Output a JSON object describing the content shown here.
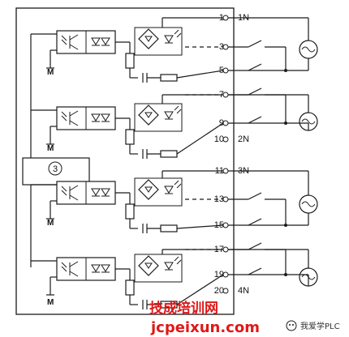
{
  "terminals": [
    "1",
    "3",
    "5",
    "7",
    "9",
    "10",
    "11",
    "13",
    "15",
    "17",
    "19",
    "20"
  ],
  "neutrals": [
    "1N",
    "2N",
    "3N",
    "4N"
  ],
  "ground_label": "M",
  "module_number": "3",
  "watermark": {
    "title": "技成培训网",
    "url": "jcpeixun.com",
    "badge": "我爱学PLC"
  },
  "colors": {
    "line": "#1a1a1a",
    "watermark": "#e01818"
  }
}
